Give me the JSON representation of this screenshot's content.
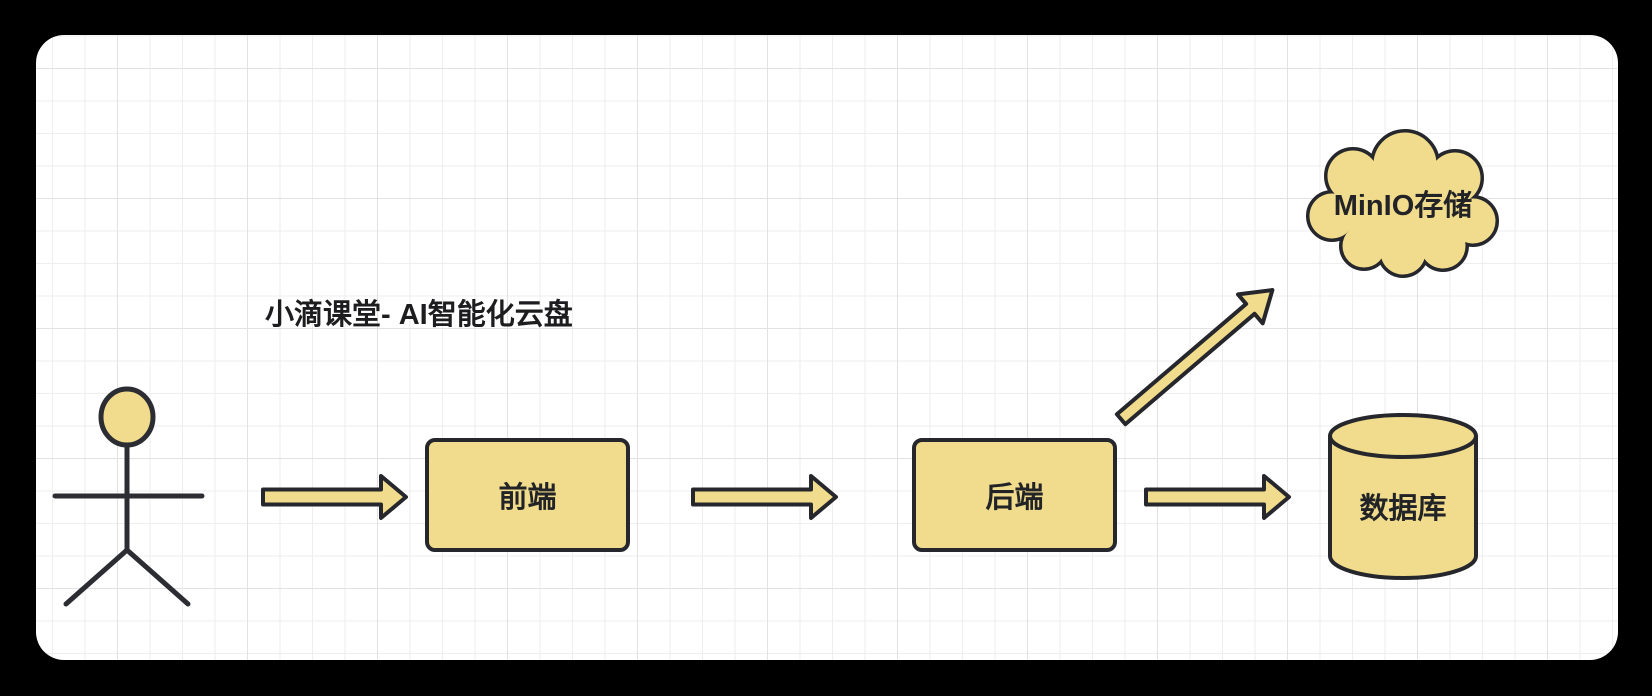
{
  "diagram": {
    "title": "小滴课堂- AI智能化云盘",
    "nodes": {
      "frontend": {
        "label": "前端",
        "shape": "rounded-rectangle"
      },
      "backend": {
        "label": "后端",
        "shape": "rounded-rectangle"
      },
      "storage": {
        "label": "MinIO存储",
        "shape": "cloud"
      },
      "database": {
        "label": "数据库",
        "shape": "cylinder"
      },
      "actor": {
        "label": "",
        "shape": "stick-figure"
      }
    },
    "edges": [
      {
        "from": "actor",
        "to": "frontend",
        "style": "block-arrow"
      },
      {
        "from": "frontend",
        "to": "backend",
        "style": "block-arrow"
      },
      {
        "from": "backend",
        "to": "storage",
        "style": "block-arrow-diagonal"
      },
      {
        "from": "backend",
        "to": "database",
        "style": "block-arrow"
      }
    ],
    "colors": {
      "shape_fill": "#F0DC8C",
      "shape_stroke": "#26272C",
      "canvas_bg": "#FFFFFF",
      "page_bg": "#000000",
      "grid_minor": "#EEEEEE",
      "grid_major": "#E2E2E2"
    }
  }
}
